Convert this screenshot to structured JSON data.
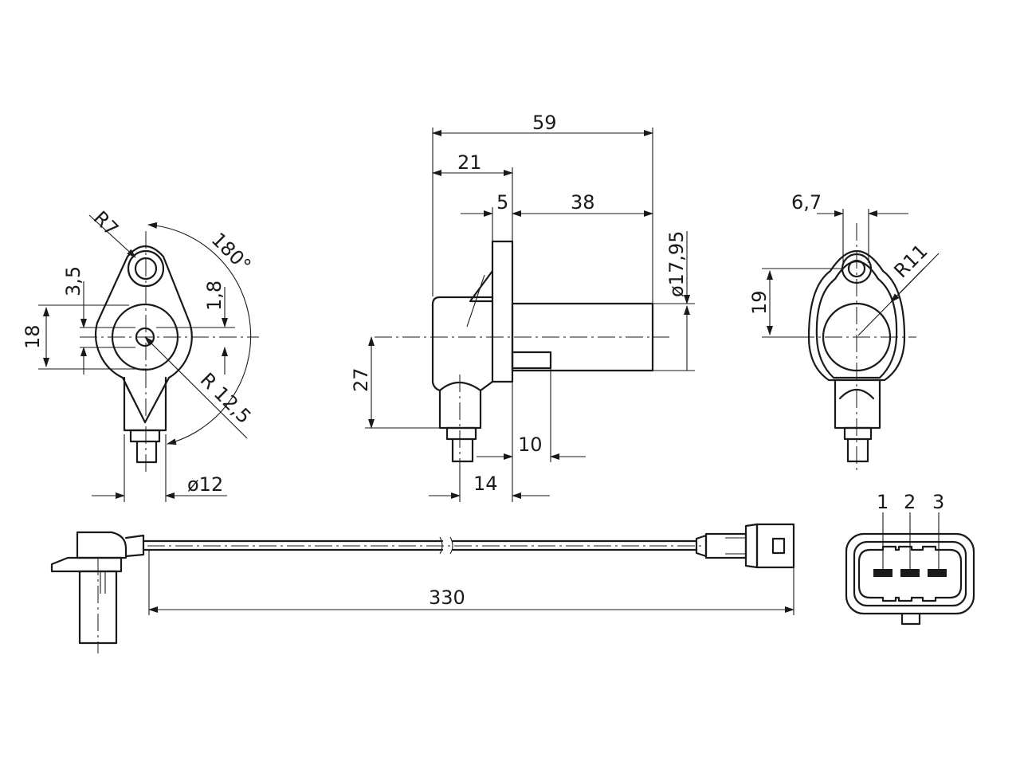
{
  "views": {
    "front": {
      "dims": {
        "r7": "R7",
        "angle": "180°",
        "d35": "3,5",
        "d18s": "1,8",
        "d18": "18",
        "r125": "R 12,5",
        "dia12": "ø12"
      }
    },
    "side": {
      "dims": {
        "d59": "59",
        "d21": "21",
        "d5": "5",
        "d38": "38",
        "dia1795": "ø17,95",
        "d27": "27",
        "d10": "10",
        "d14": "14"
      }
    },
    "back": {
      "dims": {
        "d67": "6,7",
        "d19": "19",
        "r11": "R11"
      }
    },
    "cable": {
      "dims": {
        "d330": "330"
      }
    },
    "connector": {
      "pins": [
        "1",
        "2",
        "3"
      ]
    }
  }
}
